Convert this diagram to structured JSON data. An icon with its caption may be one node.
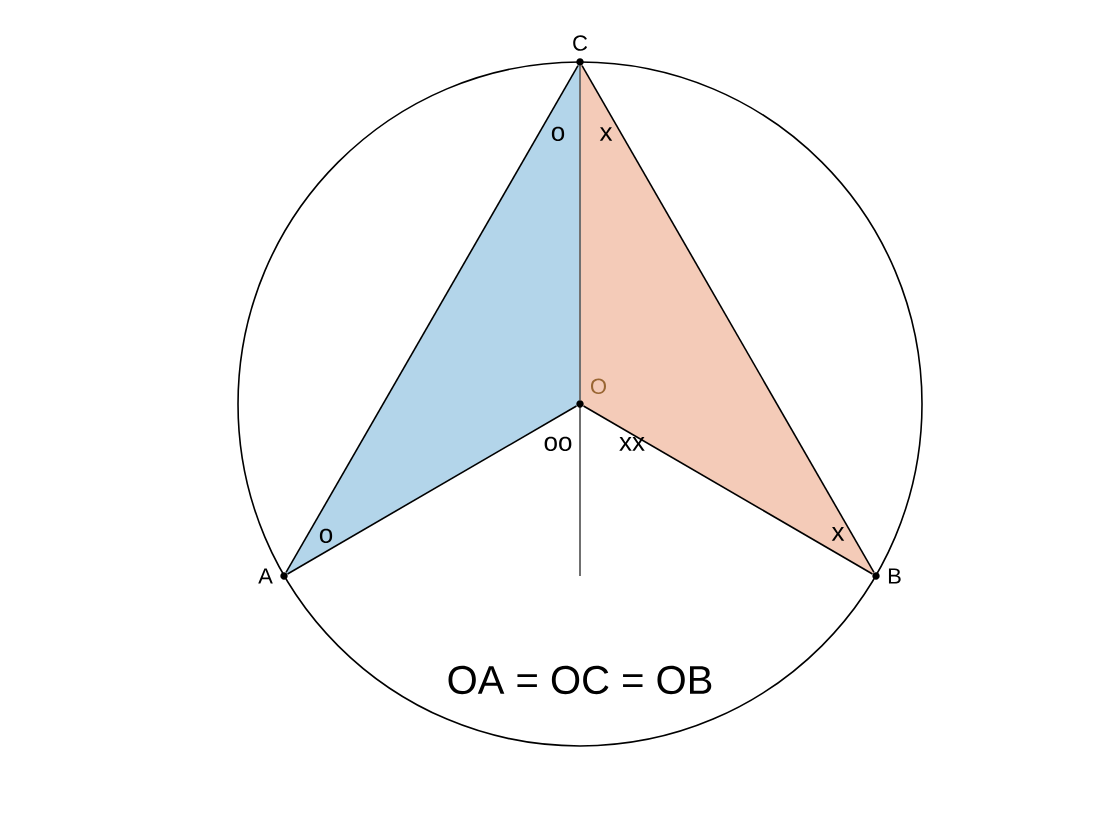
{
  "diagram": {
    "nodes": [
      {
        "text": [
          "C"
        ]
      },
      {
        "text": [
          "O"
        ]
      },
      {
        "text": [
          "A"
        ]
      },
      {
        "text": [
          "B"
        ]
      }
    ],
    "edges": [
      {
        "from": 2,
        "to": 0,
        "arrow": "none"
      },
      {
        "from": 0,
        "to": 3,
        "arrow": "none"
      },
      {
        "from": 1,
        "to": 2,
        "arrow": "none"
      },
      {
        "from": 1,
        "to": 0,
        "arrow": "none",
        "color": "#707070"
      },
      {
        "from": 1,
        "to": 3,
        "arrow": "none"
      }
    ],
    "labels": [
      "o",
      "x",
      "oo",
      "xx",
      "o",
      "x",
      "OA = OC = OB"
    ]
  }
}
